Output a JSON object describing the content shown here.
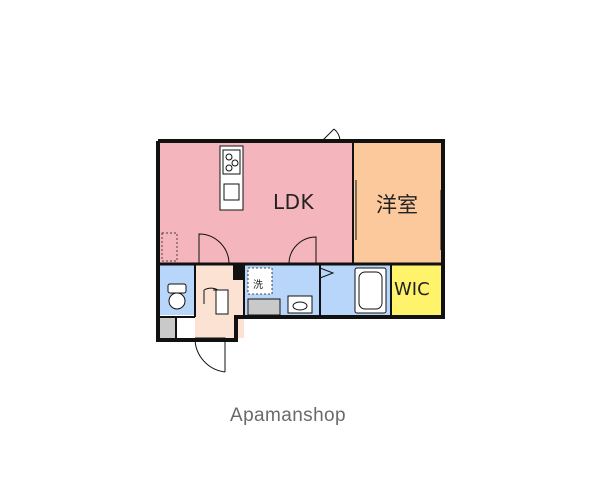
{
  "rooms": {
    "ldk": {
      "label": "LDK",
      "color": "#F4B6BC"
    },
    "bedroom": {
      "label": "洋室",
      "color": "#FBC99C"
    },
    "wic": {
      "label": "WIC",
      "color": "#FFF36B"
    },
    "wet_area": {
      "color": "#B7D6FA"
    },
    "entrance": {
      "color": "#FBE2D3"
    }
  },
  "fixtures": {
    "washer_label": "洗",
    "icons": [
      "stove-icon",
      "kitchen-sink-icon",
      "toilet-icon",
      "bathtub-icon",
      "washbasin-icon",
      "shoe-cabinet-icon"
    ]
  },
  "watermark": "Apamanshop",
  "colors": {
    "wall": "#111111",
    "fixture_fill": "#ffffff",
    "gray": "#C9C9C9",
    "watermark": "#6a6a6a"
  }
}
